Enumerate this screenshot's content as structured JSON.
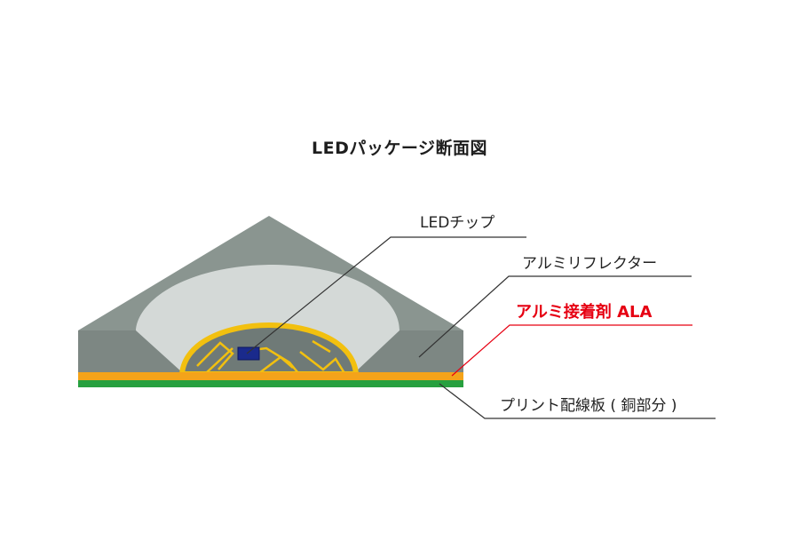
{
  "title": "LEDパッケージ断面図",
  "labels": {
    "led_chip": "LEDチップ",
    "reflector": "アルミリフレクター",
    "adhesive": "アルミ接着剤 ALA",
    "pcb": "プリント配線板 ( 銅部分 )"
  },
  "colors": {
    "adhesive_text": "#e60012",
    "reflector_body": "#8a9590",
    "dome_inner": "#d4d9d7",
    "gold_traces": "#f2c00f",
    "adhesive_layer": "#f4a31a",
    "pcb_layer": "#27a03f",
    "chip": "#1a2a8c"
  }
}
